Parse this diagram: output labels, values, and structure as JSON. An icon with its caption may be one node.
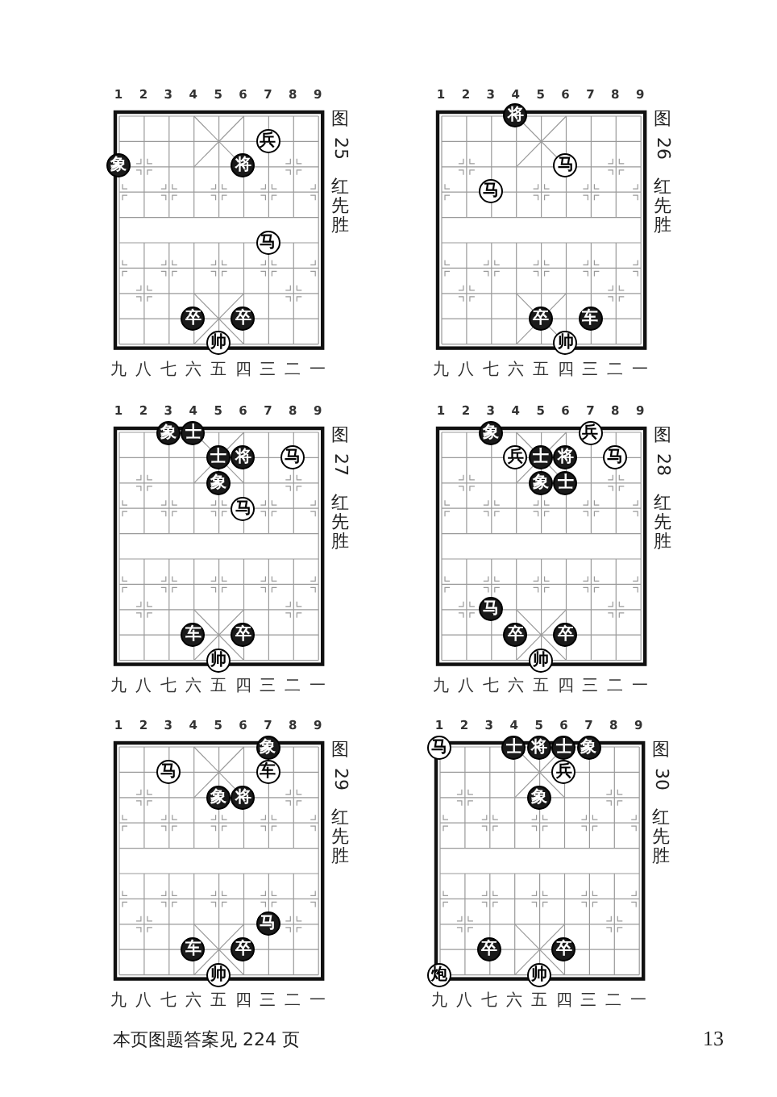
{
  "diagram": {
    "nodes": [
      {
        "text": [
          "图 25",
          "红先胜"
        ]
      },
      {
        "text": [
          "兵"
        ],
        "in": 0
      },
      {
        "text": [
          "象"
        ],
        "in": 0
      },
      {
        "text": [
          "将"
        ],
        "in": 0
      },
      {
        "text": [
          "马"
        ],
        "in": 0
      },
      {
        "text": [
          "卒"
        ],
        "in": 0
      },
      {
        "text": [
          "卒"
        ],
        "in": 0
      },
      {
        "text": [
          "帅"
        ],
        "in": 0
      },
      {
        "text": [
          "图 26",
          "红先胜"
        ]
      },
      {
        "text": [
          "将"
        ],
        "in": 8
      },
      {
        "text": [
          "马"
        ],
        "in": 8
      },
      {
        "text": [
          "马"
        ],
        "in": 8
      },
      {
        "text": [
          "卒"
        ],
        "in": 8
      },
      {
        "text": [
          "车"
        ],
        "in": 8
      },
      {
        "text": [
          "帅"
        ],
        "in": 8
      },
      {
        "text": [
          "图 27",
          "红先胜"
        ]
      },
      {
        "text": [
          "象"
        ],
        "in": 15
      },
      {
        "text": [
          "士"
        ],
        "in": 15
      },
      {
        "text": [
          "士"
        ],
        "in": 15
      },
      {
        "text": [
          "将"
        ],
        "in": 15
      },
      {
        "text": [
          "马"
        ],
        "in": 15
      },
      {
        "text": [
          "象"
        ],
        "in": 15
      },
      {
        "text": [
          "马"
        ],
        "in": 15
      },
      {
        "text": [
          "车"
        ],
        "in": 15
      },
      {
        "text": [
          "卒"
        ],
        "in": 15
      },
      {
        "text": [
          "帅"
        ],
        "in": 15
      },
      {
        "text": [
          "图 28",
          "红先胜"
        ]
      },
      {
        "text": [
          "象"
        ],
        "in": 26
      },
      {
        "text": [
          "兵"
        ],
        "in": 26
      },
      {
        "text": [
          "兵"
        ],
        "in": 26
      },
      {
        "text": [
          "士"
        ],
        "in": 26
      },
      {
        "text": [
          "将"
        ],
        "in": 26
      },
      {
        "text": [
          "马"
        ],
        "in": 26
      },
      {
        "text": [
          "象"
        ],
        "in": 26
      },
      {
        "text": [
          "士"
        ],
        "in": 26
      },
      {
        "text": [
          "马"
        ],
        "in": 26
      },
      {
        "text": [
          "卒"
        ],
        "in": 26
      },
      {
        "text": [
          "卒"
        ],
        "in": 26
      },
      {
        "text": [
          "帅"
        ],
        "in": 26
      },
      {
        "text": [
          "图 29",
          "红先胜"
        ]
      },
      {
        "text": [
          "象"
        ],
        "in": 39
      },
      {
        "text": [
          "马"
        ],
        "in": 39
      },
      {
        "text": [
          "车"
        ],
        "in": 39
      },
      {
        "text": [
          "象"
        ],
        "in": 39
      },
      {
        "text": [
          "将"
        ],
        "in": 39
      },
      {
        "text": [
          "马"
        ],
        "in": 39
      },
      {
        "text": [
          "车"
        ],
        "in": 39
      },
      {
        "text": [
          "卒"
        ],
        "in": 39
      },
      {
        "text": [
          "帅"
        ],
        "in": 39
      },
      {
        "text": [
          "图 30",
          "红先胜"
        ]
      },
      {
        "text": [
          "马"
        ],
        "in": 49
      },
      {
        "text": [
          "士"
        ],
        "in": 49
      },
      {
        "text": [
          "将"
        ],
        "in": 49
      },
      {
        "text": [
          "士"
        ],
        "in": 49
      },
      {
        "text": [
          "象"
        ],
        "in": 49
      },
      {
        "text": [
          "兵"
        ],
        "in": 49
      },
      {
        "text": [
          "象"
        ],
        "in": 49
      },
      {
        "text": [
          "卒"
        ],
        "in": 49
      },
      {
        "text": [
          "卒"
        ],
        "in": 49
      },
      {
        "text": [
          "炮"
        ],
        "in": 49
      },
      {
        "text": [
          "帅"
        ],
        "in": 49
      }
    ],
    "edges": [],
    "labels": [
      "1",
      "2",
      "3",
      "4",
      "5",
      "6",
      "7",
      "8",
      "9",
      "九",
      "八",
      "七",
      "六",
      "五",
      "四",
      "三",
      "二",
      "一",
      "1",
      "2",
      "3",
      "4",
      "5",
      "6",
      "7",
      "8",
      "9",
      "九",
      "八",
      "七",
      "六",
      "五",
      "四",
      "三",
      "二",
      "一",
      "1",
      "2",
      "3",
      "4",
      "5",
      "6",
      "7",
      "8",
      "9",
      "九",
      "八",
      "七",
      "六",
      "五",
      "四",
      "三",
      "二",
      "一",
      "1",
      "2",
      "3",
      "4",
      "5",
      "6",
      "7",
      "8",
      "9",
      "九",
      "八",
      "七",
      "六",
      "五",
      "四",
      "三",
      "二",
      "一",
      "1",
      "2",
      "3",
      "4",
      "5",
      "6",
      "7",
      "8",
      "9",
      "九",
      "八",
      "七",
      "六",
      "五",
      "四",
      "三",
      "二",
      "一",
      "1",
      "2",
      "3",
      "4",
      "5",
      "6",
      "7",
      "8",
      "9",
      "九",
      "八",
      "七",
      "六",
      "五",
      "四",
      "三",
      "二",
      "一",
      "本页图题答案见 224 页",
      "13"
    ]
  }
}
